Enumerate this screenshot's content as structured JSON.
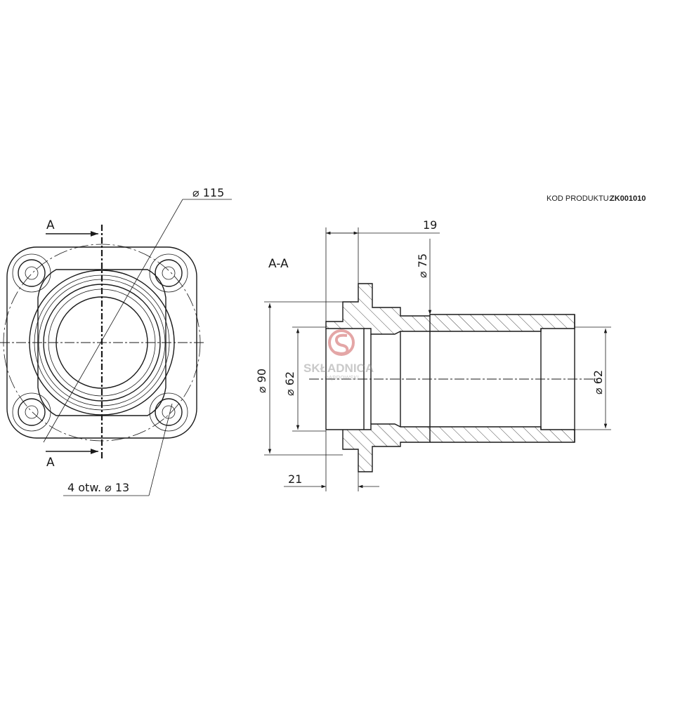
{
  "product_code": {
    "label": "KOD PRODUKTU:",
    "value": "ZK001010"
  },
  "section": {
    "marker_top": "A",
    "marker_bottom": "A",
    "title": "A-A"
  },
  "dimensions": {
    "pitch_circle": "⌀ 115",
    "holes": "4 otw.  ⌀ 13",
    "flange_length": "19",
    "bore_75": "⌀ 75",
    "outer_90": "⌀ 90",
    "inner_62_left": "⌀ 62",
    "inner_62_right": "⌀ 62",
    "socket_depth": "21"
  },
  "watermark": {
    "brand": "SKŁADNICA",
    "sub": "DĄBROWSKI"
  }
}
